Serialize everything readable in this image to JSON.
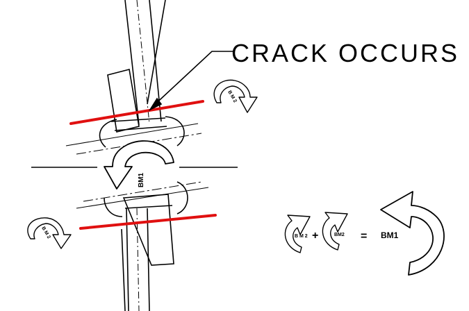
{
  "annotation": {
    "crack": "CRACK  OCCURS"
  },
  "moment_labels": {
    "bm1": "BM1",
    "bm2_upper": "B M 2",
    "bm2_lower": "B M 2"
  },
  "equation": {
    "term_a": "B M 2",
    "plus": "+",
    "term_b": "BM2",
    "equals": "=",
    "result": "BM1"
  },
  "colors": {
    "crack_line": "#e01010",
    "ink": "#000000",
    "background": "#ffffff"
  }
}
